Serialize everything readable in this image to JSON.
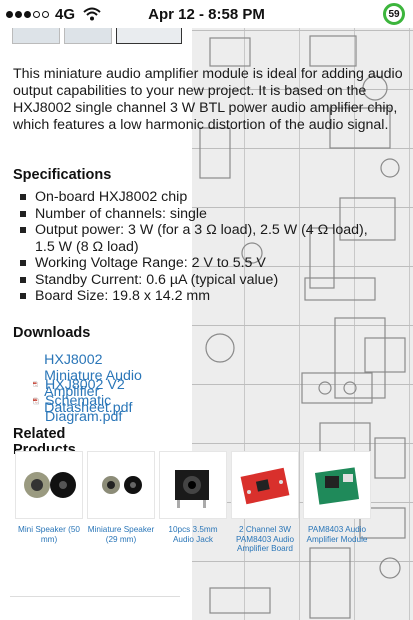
{
  "status_bar": {
    "carrier": "4G",
    "time": "Apr 12 - 8:58 PM",
    "badge": "59",
    "signal_dots_filled": 3,
    "signal_dots_total": 5
  },
  "description": "This miniature audio amplifier module is ideal for adding audio output capabilities to your new project. It is based on the HXJ8002 single channel 3 W BTL power audio amplifier chip, which features a low harmonic distortion of the audio signal.",
  "specifications": {
    "heading": "Specifications",
    "items": [
      "On-board HXJ8002 chip",
      "Number of channels: single",
      "Output power: 3 W (for a 3 Ω load), 2.5 W (4 Ω load), 1.5 W (8 Ω load)",
      "Working Voltage Range: 2 V to 5.5 V",
      "Standby Current: 0.6 µA (typical value)",
      "Board Size: 19.8 x 14.2 mm"
    ]
  },
  "downloads": {
    "heading": "Downloads",
    "items": [
      {
        "label": "HXJ8002 Miniature Audio Amplifier Datasheet.pdf",
        "icon": "pdf-icon"
      },
      {
        "label": "HXJ8002 V2 Schematic Diagram.pdf",
        "icon": "pdf-icon"
      }
    ]
  },
  "related": {
    "heading": "Related Products",
    "items": [
      {
        "name": "Mini Speaker (50 mm)"
      },
      {
        "name": "Miniature Speaker (29 mm)"
      },
      {
        "name": "10pcs 3.5mm Audio Jack"
      },
      {
        "name": "2 Channel 3W PAM8403 Audio Amplifier Board"
      },
      {
        "name": "PAM8403 Audio Amplifier Module"
      }
    ]
  },
  "colors": {
    "link": "#2a76b8",
    "badge_ring": "#3cb53c",
    "pdf_red": "#c0392b"
  }
}
